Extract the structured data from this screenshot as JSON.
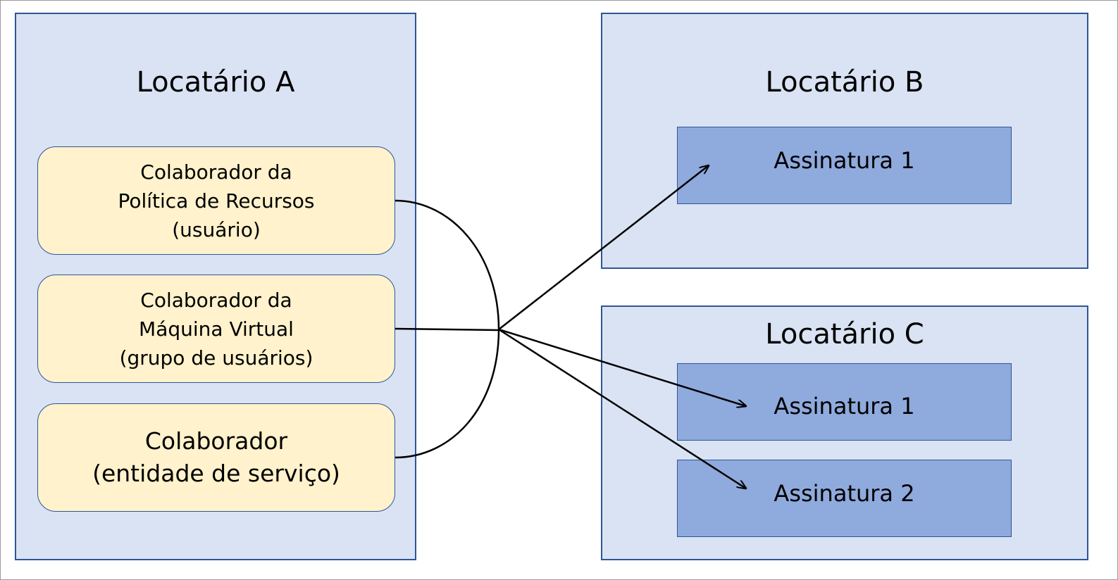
{
  "tenant_a": {
    "title": "Locatário A",
    "contributors": [
      {
        "lines": [
          "Colaborador da",
          "Política de Recursos",
          "(usuário)"
        ]
      },
      {
        "lines": [
          "Colaborador da",
          "Máquina Virtual",
          "(grupo de usuários)"
        ]
      },
      {
        "lines": [
          "Colaborador",
          "(entidade de serviço)"
        ]
      }
    ]
  },
  "tenant_b": {
    "title": "Locatário B",
    "subscriptions": [
      "Assinatura 1"
    ]
  },
  "tenant_c": {
    "title": "Locatário C",
    "subscriptions": [
      "Assinatura 1",
      "Assinatura 2"
    ]
  },
  "colors": {
    "tenant_fill": "#dae3f3",
    "border": "#2f5597",
    "contributor_fill": "#fff2cc",
    "subscription_fill": "#8faadc"
  }
}
